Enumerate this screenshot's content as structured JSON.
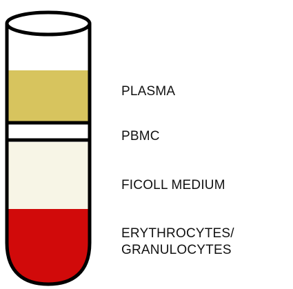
{
  "colors": {
    "plasma": "#d7c45e",
    "pbmc": "#ffffff",
    "ficoll": "#f7f5e6",
    "erythrocytes": "#d10a0a",
    "outline": "#000000",
    "background": "#ffffff"
  },
  "layers": {
    "plasma": {
      "label": "PLASMA"
    },
    "pbmc": {
      "label": "PBMC"
    },
    "ficoll": {
      "label": "FICOLL MEDIUM"
    },
    "erythrocytes": {
      "line1": "ERYTHROCYTES/",
      "line2": "GRANULOCYTES"
    }
  }
}
